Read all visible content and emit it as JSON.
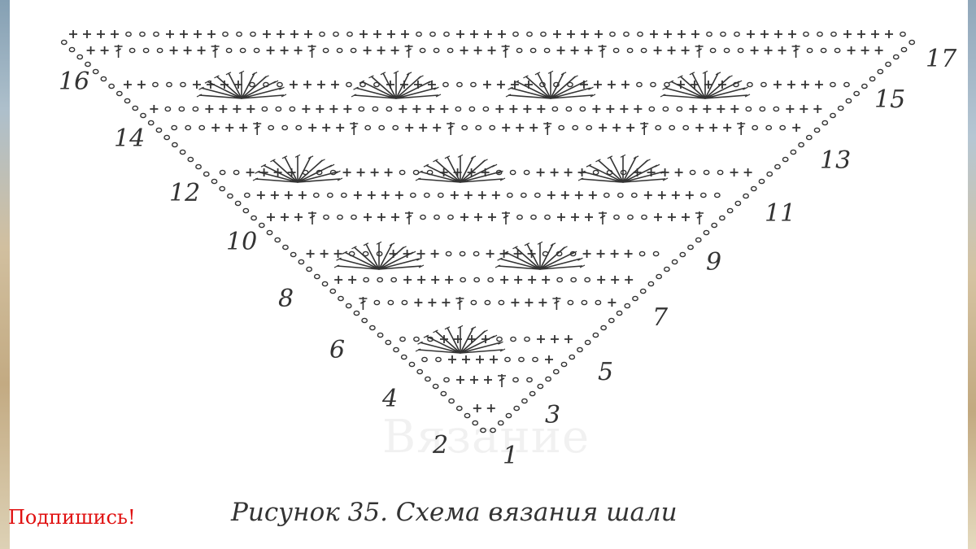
{
  "caption": "Рисунок 35. Схема вязания шали",
  "watermark": "Вязание",
  "subscribe": "Подпишись!",
  "row_numbers": [
    "1",
    "2",
    "3",
    "4",
    "5",
    "6",
    "7",
    "8",
    "9",
    "10",
    "11",
    "12",
    "13",
    "14",
    "15",
    "16",
    "17"
  ],
  "symbols": {
    "single_crochet": "+",
    "chain": "∘",
    "double_crochet": "†"
  },
  "colors": {
    "ink": "#333333",
    "subscribe": "#e01010"
  }
}
